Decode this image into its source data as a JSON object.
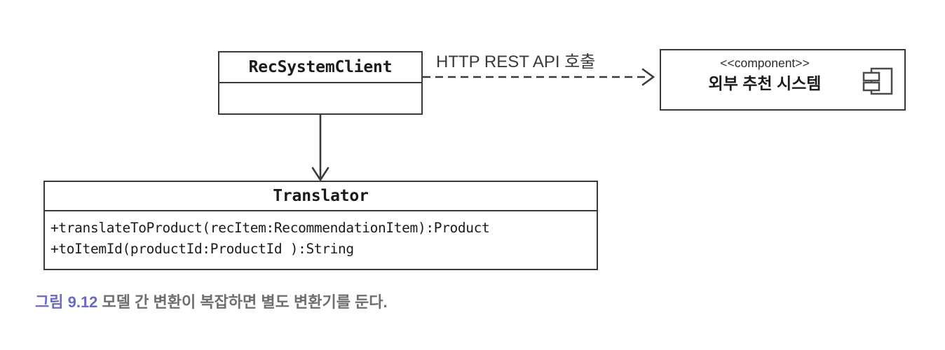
{
  "figure": {
    "caption_number": "그림 9.12",
    "caption_text": " 모델 간 변환이 복잡하면 별도 변환기를 둔다.",
    "number_color": "#6b6bc4",
    "text_color": "#6e6e6e"
  },
  "diagram": {
    "type": "uml-class-diagram",
    "background": "#ffffff",
    "line_color": "#3a3a3a",
    "nodes": [
      {
        "id": "rec-system-client",
        "kind": "class",
        "name": "RecSystemClient",
        "compartments": [
          "name",
          "empty"
        ],
        "operations": []
      },
      {
        "id": "translator",
        "kind": "class",
        "name": "Translator",
        "compartments": [
          "name",
          "operations"
        ],
        "operations": [
          "+translateToProduct(recItem:RecommendationItem):Product",
          "+toItemId(productId:ProductId ):String"
        ]
      },
      {
        "id": "external-component",
        "kind": "component",
        "stereotype": "<<component>>",
        "name": "외부 추천 시스템",
        "icon": "component-icon"
      }
    ],
    "edges": [
      {
        "id": "http-dependency",
        "from": "rec-system-client",
        "to": "external-component",
        "style": "dashed",
        "arrowhead": "open",
        "label": "HTTP REST API 호출"
      },
      {
        "id": "association",
        "from": "rec-system-client",
        "to": "translator",
        "style": "solid",
        "arrowhead": "open",
        "label": ""
      }
    ]
  }
}
